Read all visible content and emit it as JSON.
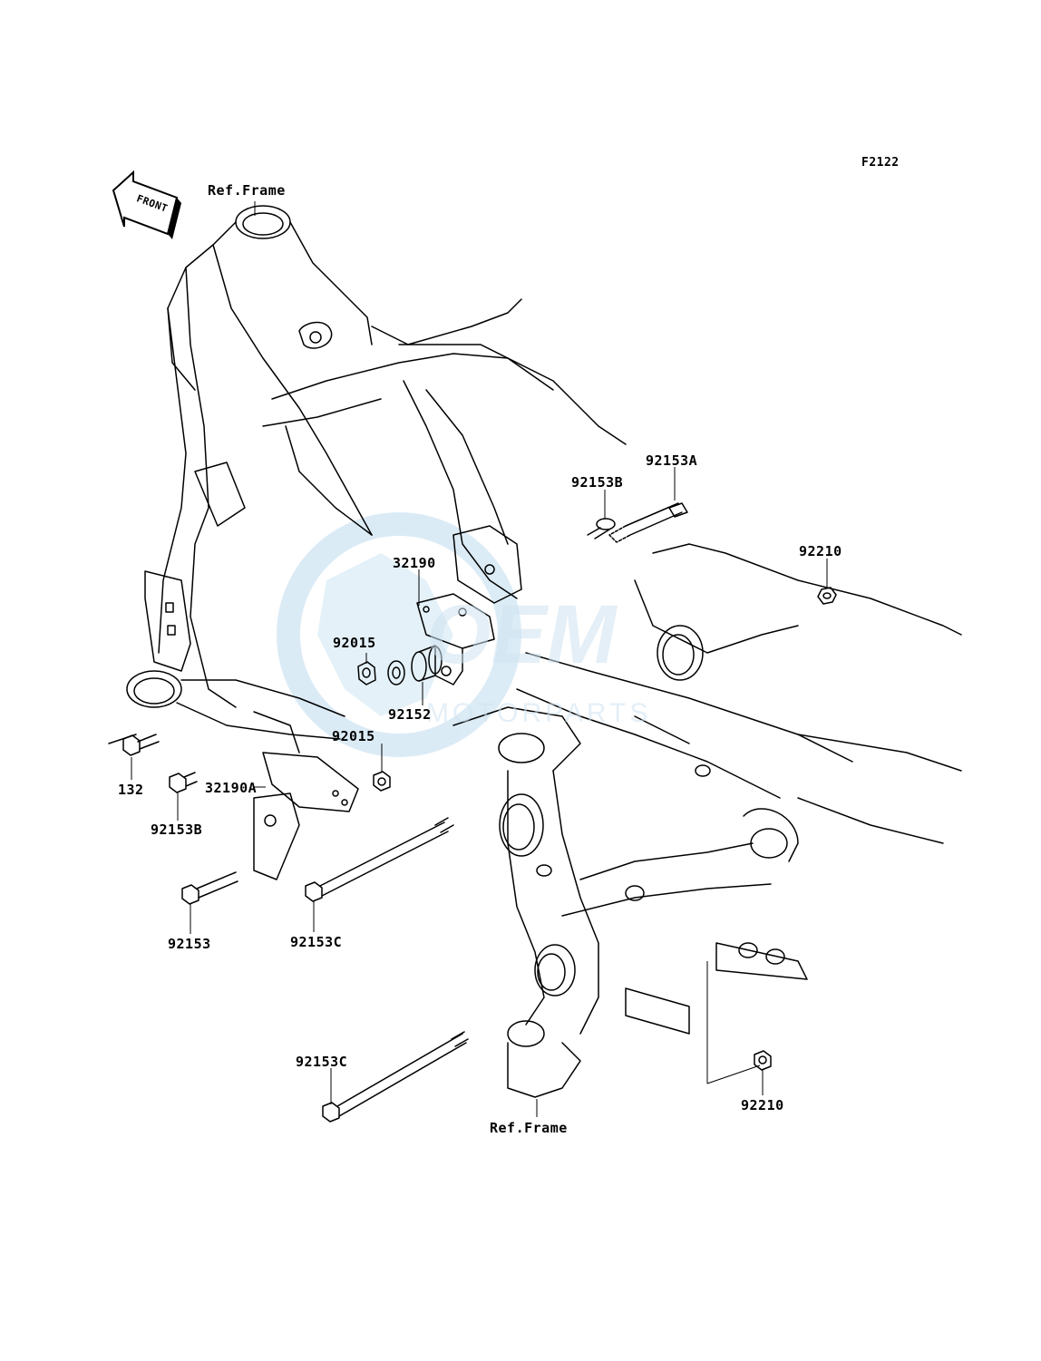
{
  "figure_code": "F2122",
  "front_arrow_label": "FRONT",
  "watermark": {
    "logo": "OEM",
    "subtitle": "MOTORPARTS",
    "color": "#bfdcef"
  },
  "callouts": {
    "ref_frame_top": "Ref.Frame",
    "ref_frame_bottom": "Ref.Frame",
    "p92153A": "92153A",
    "p92153B_top": "92153B",
    "p92210_top": "92210",
    "p32190": "32190",
    "p92015_top": "92015",
    "p92152": "92152",
    "p92015_mid": "92015",
    "p132": "132",
    "p32190A": "32190A",
    "p92153B_left": "92153B",
    "p92153": "92153",
    "p92153C_mid": "92153C",
    "p92153C_bottom": "92153C",
    "p92210_bottom": "92210"
  }
}
